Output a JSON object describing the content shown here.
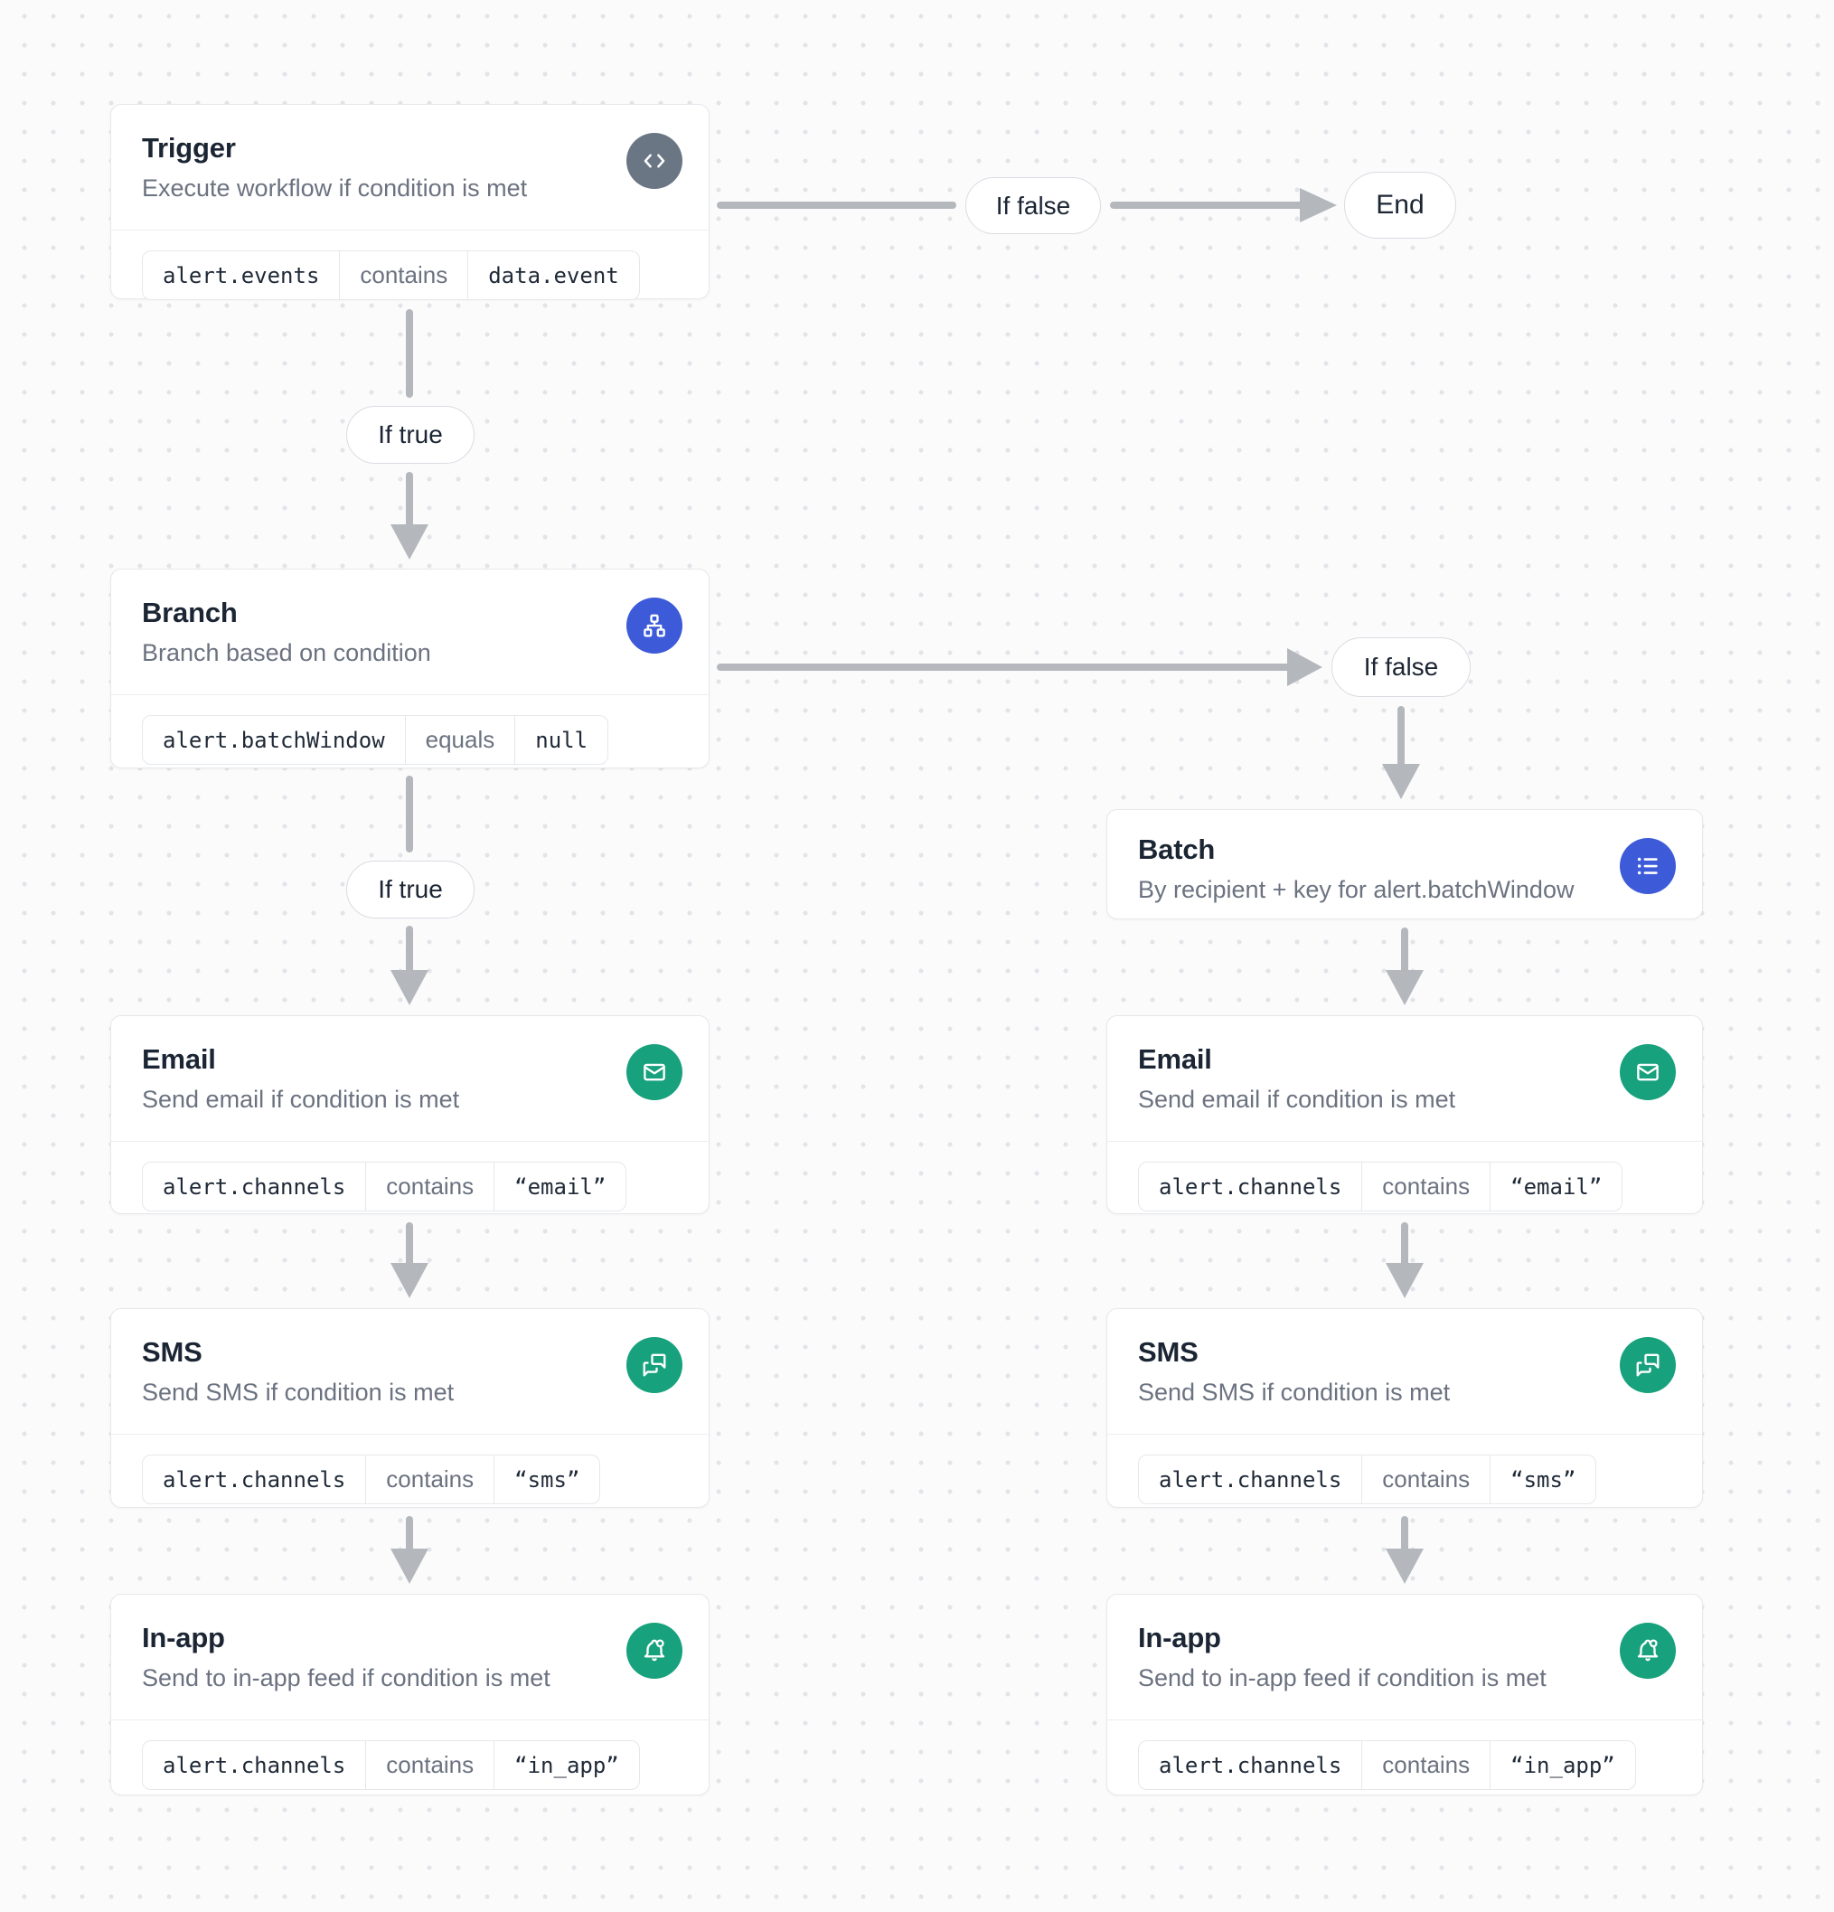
{
  "labels": {
    "if_true": "If true",
    "if_false": "If false",
    "end": "End"
  },
  "nodes": {
    "trigger": {
      "title": "Trigger",
      "subtitle": "Execute workflow if condition is met",
      "icon": "code-icon",
      "condition": {
        "field": "alert.events",
        "operator": "contains",
        "value": "data.event"
      }
    },
    "branch": {
      "title": "Branch",
      "subtitle": "Branch based on condition",
      "icon": "sitemap-icon",
      "condition": {
        "field": "alert.batchWindow",
        "operator": "equals",
        "value": "null"
      }
    },
    "batch": {
      "title": "Batch",
      "subtitle": "By recipient + key for alert.batchWindow",
      "icon": "list-icon"
    },
    "email": {
      "title": "Email",
      "subtitle": "Send email if condition is met",
      "icon": "mail-icon",
      "condition": {
        "field": "alert.channels",
        "operator": "contains",
        "value": "“email”"
      }
    },
    "sms": {
      "title": "SMS",
      "subtitle": "Send SMS if condition is met",
      "icon": "chat-bubbles-icon",
      "condition": {
        "field": "alert.channels",
        "operator": "contains",
        "value": "“sms”"
      }
    },
    "in_app": {
      "title": "In-app",
      "subtitle": "Send to in-app feed if condition is met",
      "icon": "bell-icon",
      "condition": {
        "field": "alert.channels",
        "operator": "contains",
        "value": "“in_app”"
      }
    }
  },
  "colors": {
    "trigger_icon_bg": "#6b7685",
    "branch_icon_bg": "#3d5bd9",
    "batch_icon_bg": "#3d5bd9",
    "channel_icon_bg": "#17a17d",
    "arrow": "#b4b8bd",
    "card_border": "#e6e8ec",
    "title_text": "#1b2533",
    "subtitle_text": "#6b7280"
  }
}
